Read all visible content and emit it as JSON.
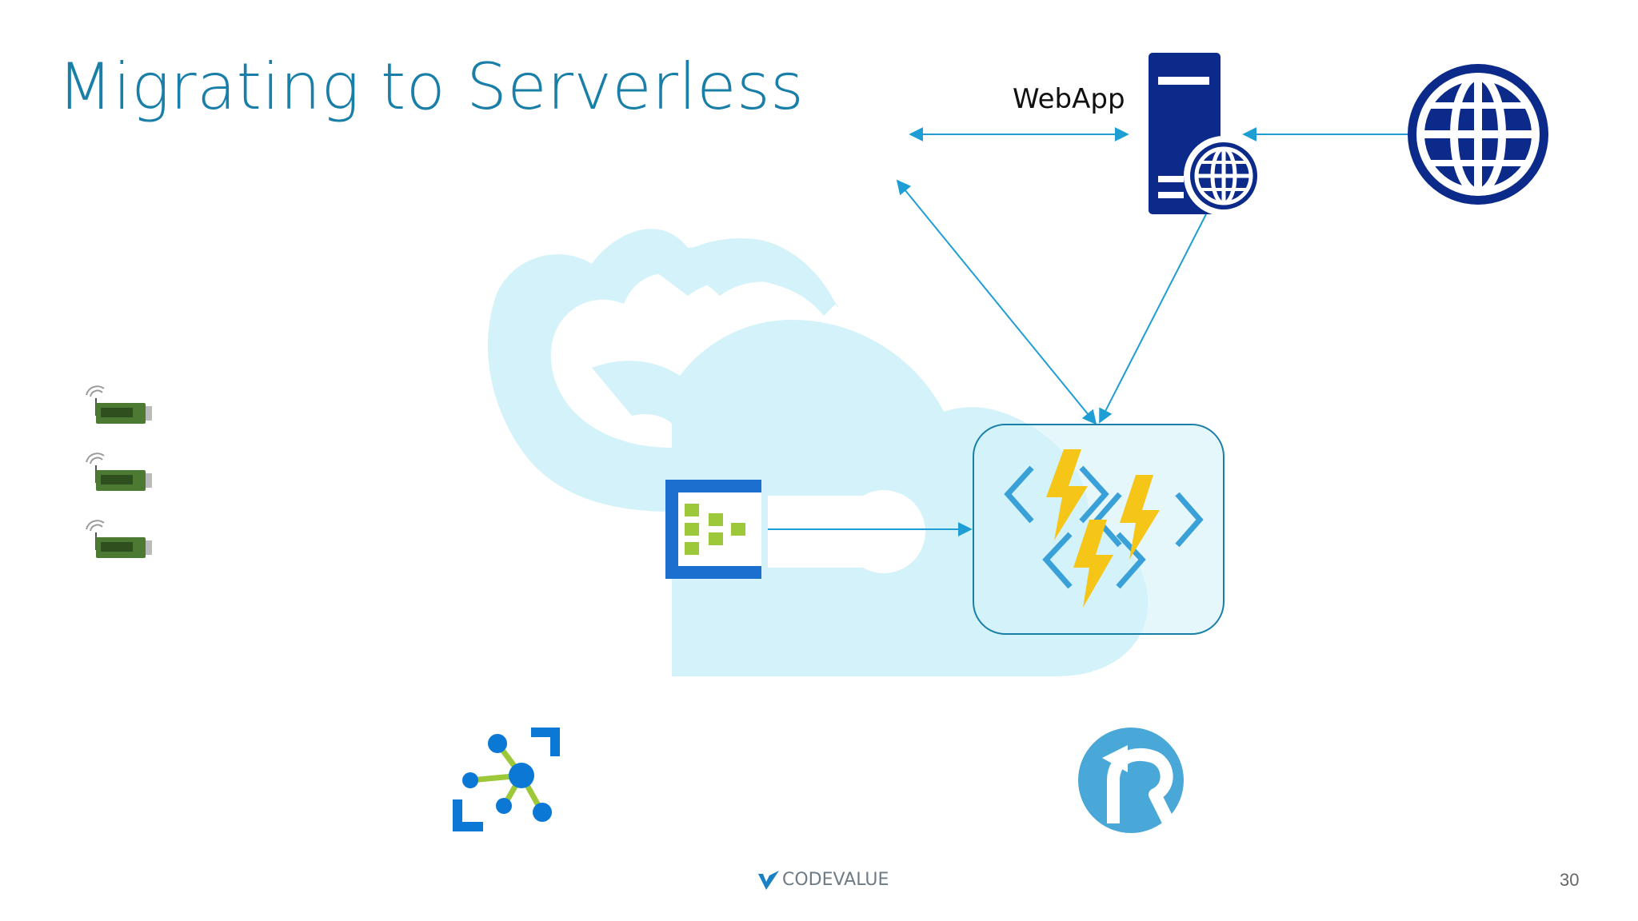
{
  "slide": {
    "title": "Migrating to Serverless",
    "page_number": "30"
  },
  "diagram": {
    "webapp_label": "WebApp",
    "logo_text": "CODEVALUE",
    "colors": {
      "title": "#1a7fa8",
      "cloud": "#cdf0f8",
      "arrow": "#1e9ed4",
      "server": "#0b2a8a",
      "functions_box_border": "#1a7fa8",
      "bolt": "#f5c518",
      "event_hub_bracket": "#1b6fcf",
      "event_hub_cells": "#9cc83a",
      "iot_node": "#0b78d6",
      "iot_edge": "#9cc83a",
      "logic_circle": "#4aa8d8"
    },
    "icons": [
      "iot-device-icon",
      "event-hub-icon",
      "azure-functions-icon",
      "web-server-icon",
      "globe-icon",
      "iot-hub-icon",
      "redo-icon"
    ]
  }
}
